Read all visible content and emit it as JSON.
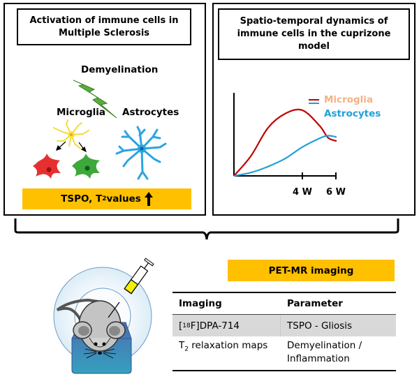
{
  "left_panel": {
    "title_line1": "Activation of immune cells in",
    "title_line2": "Multiple Sclerosis",
    "demyelination_label": "Demyelination",
    "microglia_label": "Microglia",
    "astrocytes_label": "Astrocytes",
    "bar_text_prefix": "TSPO, T",
    "bar_text_sub": "2",
    "bar_text_suffix": " values",
    "bar_icon": "arrow-up-icon",
    "bar_color": "#ffc000"
  },
  "right_panel": {
    "title_line1": "Spatio-temporal dynamics of",
    "title_line2": "immune cells in the cuprizone",
    "title_line3": "model",
    "chart_data": {
      "type": "line",
      "title": "",
      "xlabel": "",
      "ylabel": "",
      "x_ticks": [
        "4 W",
        "6 W"
      ],
      "x": [
        0,
        1,
        2,
        3,
        4,
        5,
        5.5,
        6
      ],
      "xlim": [
        0,
        6
      ],
      "ylim": [
        0,
        1
      ],
      "legend_placement": "top-right",
      "series": [
        {
          "name": "Microglia",
          "color": "#c00000",
          "label_color": "#f4b183",
          "values": [
            0.0,
            0.3,
            0.72,
            0.93,
            0.98,
            0.75,
            0.57,
            0.52
          ]
        },
        {
          "name": "Astrocytes",
          "color": "#1fa0d8",
          "label_color": "#1fa0d8",
          "values": [
            0.0,
            0.05,
            0.14,
            0.26,
            0.43,
            0.56,
            0.6,
            0.58
          ]
        }
      ]
    }
  },
  "bottom": {
    "pet_mr_label": "PET-MR imaging",
    "table": {
      "headers": [
        "Imaging",
        "Parameter"
      ],
      "rows": [
        {
          "imaging_pre": "[",
          "imaging_sup": "18",
          "imaging_post": "F]DPA-714",
          "parameter_line1": "TSPO - Gliosis",
          "parameter_line2": ""
        },
        {
          "imaging_pre": "T",
          "imaging_sub": "2",
          "imaging_post": " relaxation maps",
          "parameter_line1": "Demyelination /",
          "parameter_line2": "Inflammation"
        }
      ]
    }
  }
}
